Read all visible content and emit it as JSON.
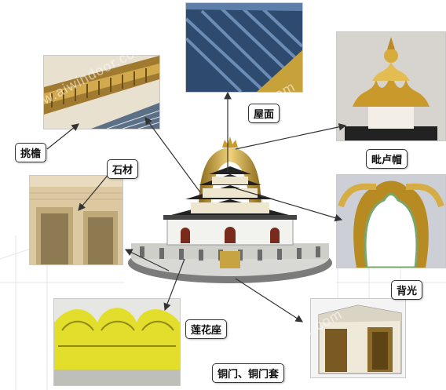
{
  "labels": {
    "roof": "屋面",
    "eaves": "挑檐",
    "stone": "石材",
    "vairocana_cap": "毗卢帽",
    "halo": "背光",
    "lotus_base": "莲花座",
    "copper_door": "铜门、铜门套"
  },
  "watermark": "www.aiwindoor.com",
  "colors": {
    "gold": "#c9a23a",
    "roof_blue": "#3e5f86",
    "stone": "#d9c7a3",
    "lotus_yellow": "#e9e33a"
  }
}
